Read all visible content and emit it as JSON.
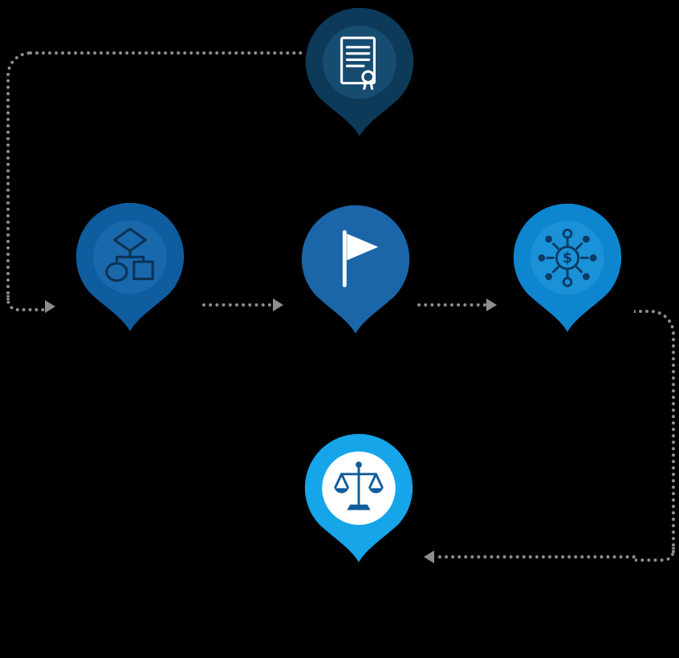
{
  "page": {
    "background_color": "#000000"
  },
  "connectors": {
    "color": "#8E8E8E",
    "style": "dotted",
    "paths": [
      {
        "name": "top-to-left",
        "from": "certificate-pin",
        "to": "flowchart-pin",
        "arrow": "right"
      },
      {
        "name": "left-to-center",
        "from": "flowchart-pin",
        "to": "flag-pin",
        "arrow": "right"
      },
      {
        "name": "center-to-right",
        "from": "flag-pin",
        "to": "dollar-network-pin",
        "arrow": "right"
      },
      {
        "name": "right-to-bottom",
        "from": "dollar-network-pin",
        "to": "scales-pin",
        "arrow": "left"
      }
    ]
  },
  "nodes": [
    {
      "id": "certificate",
      "icon": "certificate-document-icon",
      "pin_color": "#0E3A5A",
      "disk_color": "#174C71",
      "icon_color": "#FFFFFF"
    },
    {
      "id": "flowchart",
      "icon": "flowchart-icon",
      "pin_color": "#0F5C9E",
      "disk_color": "#1A68AC",
      "icon_color": "#0B3355"
    },
    {
      "id": "flag",
      "icon": "flag-icon",
      "pin_color": "#1B66A8",
      "disk_color": "#1B66A8",
      "icon_color": "#FFFFFF"
    },
    {
      "id": "dollar-network",
      "icon": "dollar-network-icon",
      "pin_color": "#0E86CF",
      "disk_color": "#1B91D8",
      "icon_color": "#0A3C63",
      "symbol": "$"
    },
    {
      "id": "scales",
      "icon": "scales-icon",
      "pin_color": "#16A5E8",
      "disk_color": "#FFFFFF",
      "icon_color": "#0E5C9C"
    }
  ]
}
